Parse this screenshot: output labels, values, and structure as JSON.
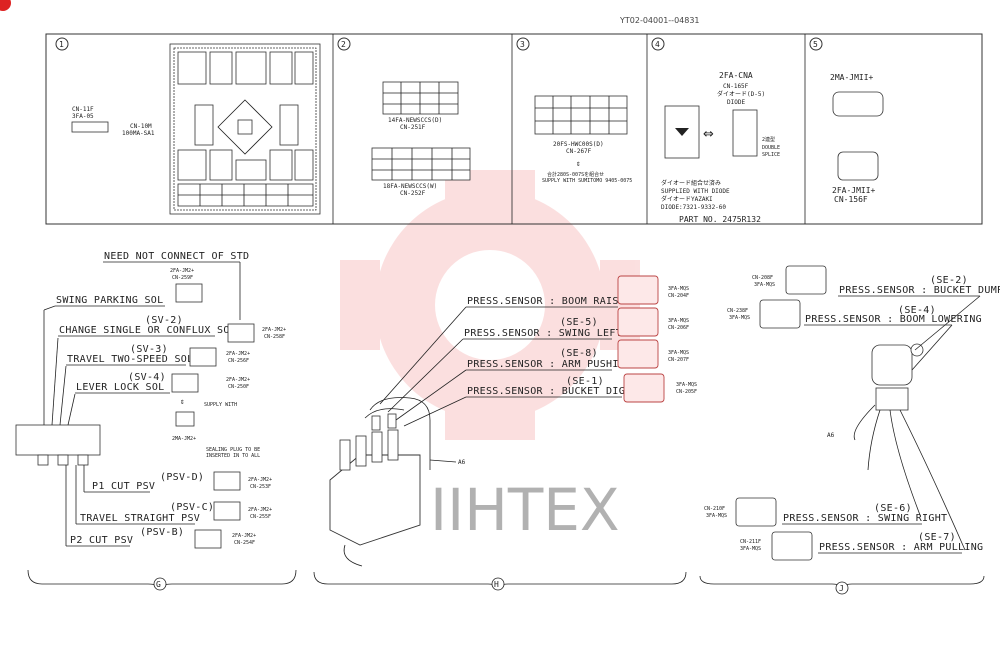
{
  "doc_ref": "YT02-04001--04831",
  "watermark": {
    "text": "IIHTEX",
    "color": "#e84040"
  },
  "panel_top": {
    "sections": [
      {
        "num": "1",
        "labels": [
          "CN-11F",
          "3FA-05",
          "CN-10M",
          "100MA-SA1"
        ]
      },
      {
        "num": "2",
        "labels": [
          "14FA-NEWSCCS(D)",
          "CN-251F",
          "18FA-NEWSCCS(W)",
          "CN-252F"
        ]
      },
      {
        "num": "3",
        "labels": [
          "20FS-HWC00S(D)",
          "CN-267F",
          "合計280S-007Sを組合せ",
          "SUPPLY WITH SUMITOMO 9405-0075"
        ]
      },
      {
        "num": "4",
        "labels": [
          "2FA-CNA",
          "CN-165F",
          "ダイオード(D-5)",
          "DIODE",
          "2連型",
          "DOUBLE",
          "SPLICE",
          "ダイオード組合せ済み",
          "SUPPLIED WITH DIODE",
          "ダイオードYAZAKI",
          "DIODE:7321-9332-60",
          "PART NO. 2475R132"
        ]
      },
      {
        "num": "5",
        "labels": [
          "2MA-JMII+",
          "2FA-JMII+",
          "CN-156F"
        ]
      }
    ]
  },
  "section_G": {
    "mark": "G",
    "labels": [
      {
        "text": "NEED NOT CONNECT OF STD",
        "conn": [
          "2FA-JM2+",
          "CN-259F"
        ]
      },
      {
        "text": "SWING PARKING SOL",
        "conn": []
      },
      {
        "code": "(SV-2)",
        "text": "CHANGE SINGLE OR CONFLUX SOL",
        "conn": [
          "2FA-JM2+",
          "CN-258F"
        ]
      },
      {
        "code": "(SV-3)",
        "text": "TRAVEL TWO-SPEED SOL",
        "conn": [
          "2FA-JM2+",
          "CN-256F"
        ]
      },
      {
        "code": "(SV-4)",
        "text": "LEVER LOCK SOL",
        "conn": [
          "2FA-JM2+",
          "CN-250F"
        ]
      },
      {
        "code": "(PSV-D)",
        "text": "P1 CUT PSV",
        "conn": [
          "2FA-JM2+",
          "CN-253F"
        ]
      },
      {
        "code": "(PSV-C)",
        "text": "TRAVEL STRAIGHT PSV",
        "conn": [
          "2FA-JM2+",
          "CN-255F"
        ]
      },
      {
        "code": "(PSV-B)",
        "text": "P2 CUT PSV",
        "conn": [
          "2FA-JM2+",
          "CN-254F"
        ]
      }
    ],
    "notes": [
      "SUPPLY WITH",
      "2MA-JM2+",
      "SEALING PLUG TO BE",
      "INSERTED IN TO ALL"
    ]
  },
  "section_H": {
    "mark": "H",
    "wire": "A6",
    "labels": [
      {
        "code": "",
        "text": "PRESS.SENSOR : BOOM RAISING",
        "conn": [
          "3FA-MQS",
          "CN-204F"
        ]
      },
      {
        "code": "(SE-5)",
        "text": "PRESS.SENSOR : SWING LEFT",
        "conn": [
          "3FA-MQS",
          "CN-206F"
        ]
      },
      {
        "code": "(SE-8)",
        "text": "PRESS.SENSOR : ARM PUSHING",
        "conn": [
          "3FA-MQS",
          "CN-207F"
        ]
      },
      {
        "code": "(SE-1)",
        "text": "PRESS.SENSOR : BUCKET DIGGING",
        "conn": [
          "3FA-MQS",
          "CN-205F"
        ]
      }
    ]
  },
  "section_J": {
    "mark": "J",
    "wire": "A6",
    "labels": [
      {
        "code": "(SE-2)",
        "text": "PRESS.SENSOR : BUCKET DUMP",
        "conn": [
          "CN-208F",
          "3FA-MQS"
        ]
      },
      {
        "code": "(SE-4)",
        "text": "PRESS.SENSOR : BOOM LOWERING",
        "conn": [
          "CN-238F",
          "3FA-MQS"
        ]
      },
      {
        "code": "(SE-6)",
        "text": "PRESS.SENSOR : SWING RIGHT",
        "conn": [
          "CN-210F",
          "3FA-MQS"
        ]
      },
      {
        "code": "(SE-7)",
        "text": "PRESS.SENSOR : ARM PULLING",
        "conn": [
          "CN-211F",
          "3FA-MQS"
        ]
      }
    ]
  }
}
